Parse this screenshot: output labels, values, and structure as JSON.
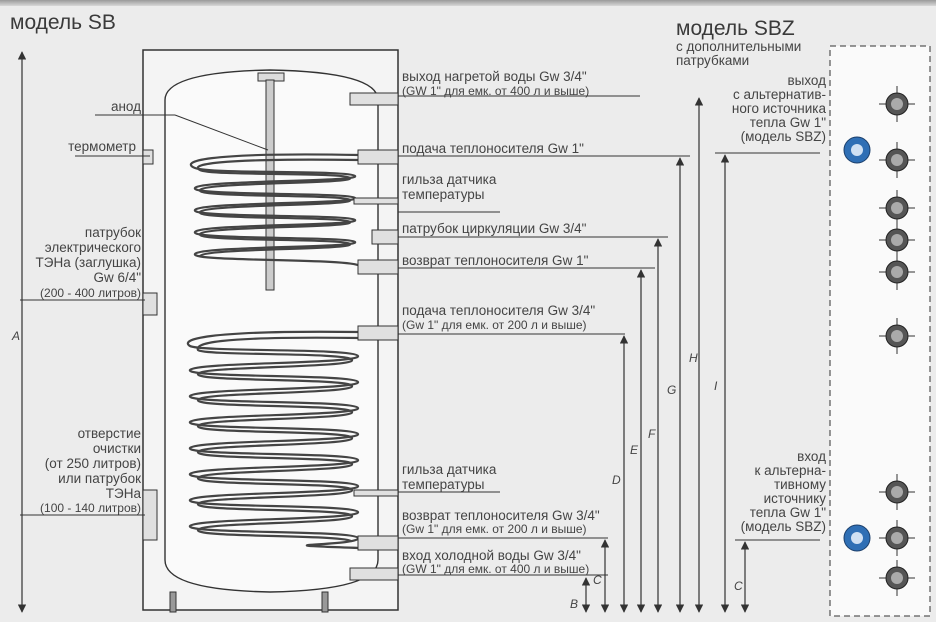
{
  "titles": {
    "sb": "модель SB",
    "sbz": "модель SBZ",
    "sbz_sub1": "с дополнительными",
    "sbz_sub2": "патрубками"
  },
  "left_labels": {
    "anode": "анод",
    "thermometer": "термометр",
    "heater": [
      "патрубок",
      "электрического",
      "ТЭНа (заглушка)",
      "Gw 6/4\"",
      "(200 - 400 литров)"
    ],
    "cleaning": [
      "отверстие",
      "очистки",
      "(от 250 литров)",
      "или патрубок",
      "ТЭНа",
      "(100 - 140 литров)"
    ]
  },
  "right_labels": {
    "hot_out": "выход нагретой воды Gw 3/4\"",
    "hot_out_note": "(GW 1\" для емк. от 400 л и выше)",
    "supply1": "подача теплоносителя Gw 1\"",
    "sensor1": [
      "гильза датчика",
      "температуры"
    ],
    "circulation": "патрубок циркуляции Gw 3/4\"",
    "return1": "возврат теплоносителя Gw 1\"",
    "supply2": "подача теплоносителя Gw 3/4\"",
    "supply2_note": "(Gw 1\" для емк. от 200 л и выше)",
    "sensor2": [
      "гильза датчика",
      "температуры"
    ],
    "return2": "возврат теплоносителя Gw 3/4\"",
    "return2_note": "(Gw 1\" для емк. от 200 л и выше)",
    "cold_in": "вход холодной воды Gw 3/4\"",
    "cold_in_note": "(GW 1\" для емк. от 400 л и выше)"
  },
  "sbz_labels": {
    "alt_out": [
      "выход",
      "с альтернатив-",
      "ного источника",
      "тепла Gw 1\"",
      "(модель SBZ)"
    ],
    "alt_in": [
      "вход",
      "к альтерна-",
      "тивному",
      "источнику",
      "тепла Gw 1\"",
      "(модель SBZ)"
    ]
  },
  "dimensions": {
    "A": "A",
    "B": "B",
    "C": "C",
    "D": "D",
    "E": "E",
    "F": "F",
    "G": "G",
    "H": "H",
    "I": "I",
    "C2": "C"
  },
  "colors": {
    "line": "#333333",
    "blue_fitting": "#2f6fb5",
    "background": "#ececec"
  }
}
